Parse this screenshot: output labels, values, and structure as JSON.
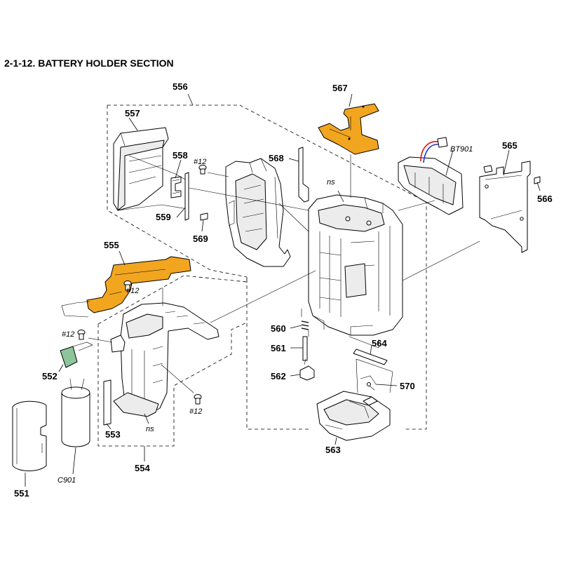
{
  "title": "2-1-12.  BATTERY HOLDER SECTION",
  "colors": {
    "flex": "#f2a51f",
    "pcb": "#8cc59a",
    "line": "#000000"
  },
  "callouts": {
    "p551": "551",
    "p552": "552",
    "p553": "553",
    "p554": "554",
    "p555": "555",
    "p556": "556",
    "p557": "557",
    "p558": "558",
    "p559": "559",
    "p560": "560",
    "p561": "561",
    "p562": "562",
    "p563": "563",
    "p564": "564",
    "p565": "565",
    "p566": "566",
    "p567": "567",
    "p568": "568",
    "p569": "569",
    "p570": "570"
  },
  "refs": {
    "screw1": "#12",
    "screw2": "#12",
    "screw3": "#12",
    "screw4": "#12",
    "ns1": "ns",
    "ns2": "ns",
    "bt901": "BT901",
    "c901": "C901"
  }
}
